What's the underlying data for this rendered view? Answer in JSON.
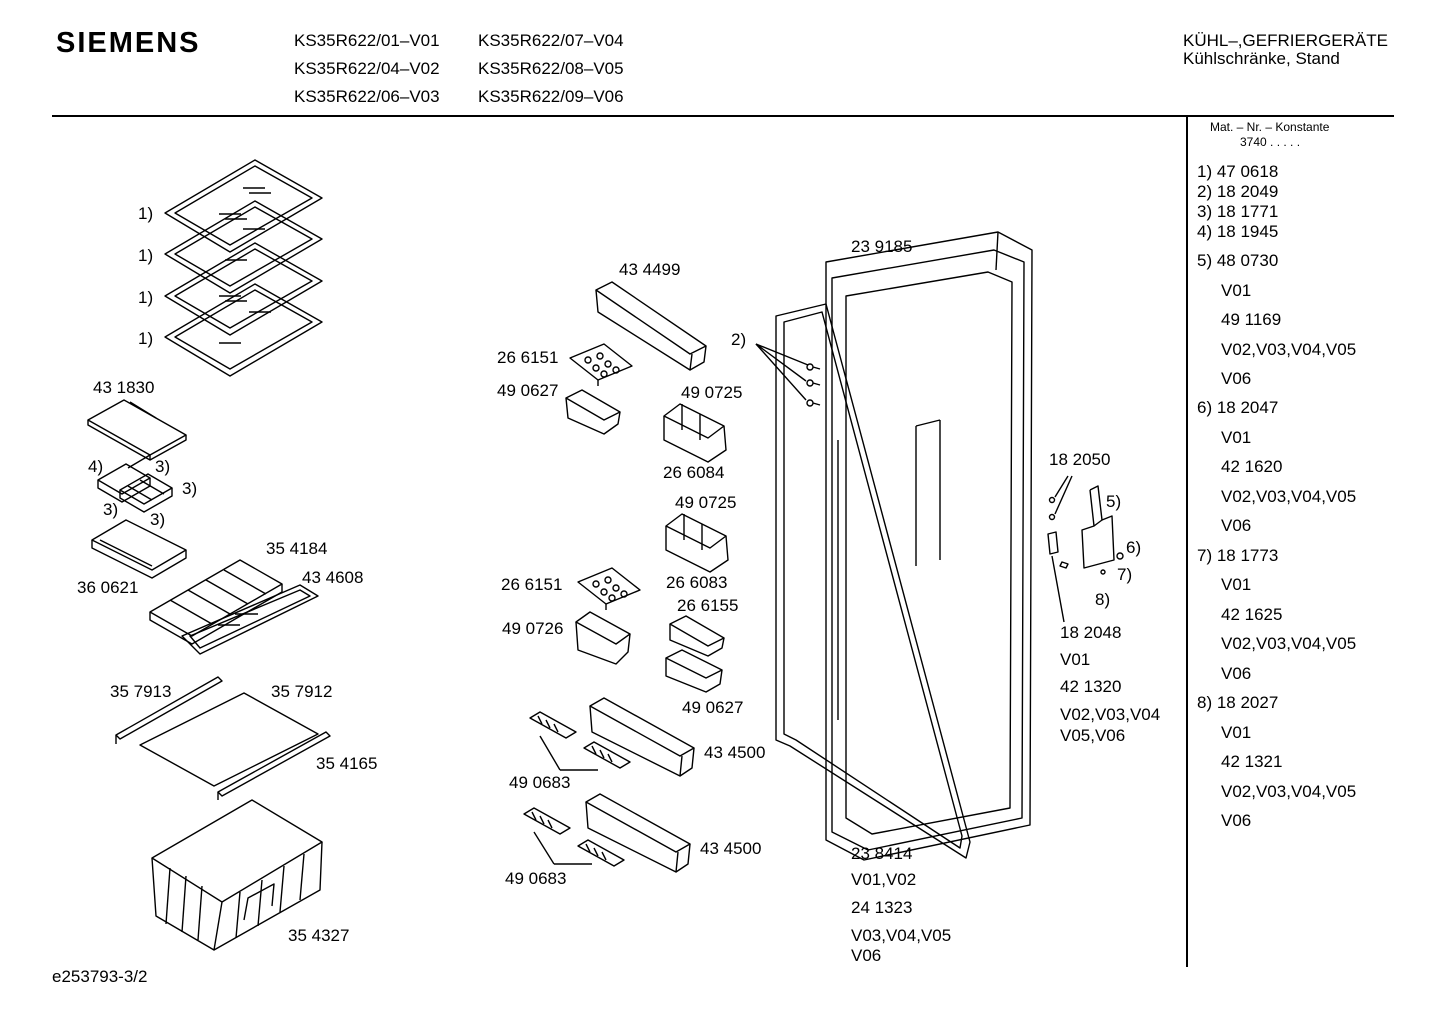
{
  "header": {
    "brand": "SIEMENS",
    "models": [
      "KS35R622/01–V01",
      "KS35R622/07–V04",
      "KS35R622/04–V02",
      "KS35R622/08–V05",
      "KS35R622/06–V03",
      "KS35R622/09–V06"
    ],
    "category_line1": "KÜHL–,GEFRIERGERÄTE",
    "category_line2": "Kühlschränke, Stand"
  },
  "sidebar": {
    "mat_title": "Mat. – Nr. – Konstante",
    "mat_prefix": "3740  .   .   .   .   .",
    "lines": [
      "1) 47 0618",
      "2) 18 2049",
      "3) 18 1771",
      "4) 18 1945",
      "5) 48 0730",
      "V01",
      "49 1169",
      "V02,V03,V04,V05",
      "V06",
      "6) 18 2047",
      "V01",
      "42 1620",
      "V02,V03,V04,V05",
      "V06",
      "7) 18 1773",
      "V01",
      "42 1625",
      "V02,V03,V04,V05",
      "V06",
      "8) 18 2027",
      "V01",
      "42 1321",
      "V02,V03,V04,V05",
      "V06"
    ]
  },
  "labels": {
    "shelf1": "1)",
    "shelf2": "1)",
    "shelf3": "1)",
    "shelf4": "1)",
    "p431830": "43 1830",
    "c4": "4)",
    "c3a": "3)",
    "c3b": "3)",
    "c3c": "3)",
    "c3d": "3)",
    "p360621": "36 0621",
    "p354184": "35 4184",
    "p434608": "43 4608",
    "p357913": "35 7913",
    "p357912": "35 7912",
    "p354165": "35 4165",
    "p354327": "35 4327",
    "p434499": "43 4499",
    "p266151a": "26 6151",
    "p490627a": "49 0627",
    "p490725a": "49 0725",
    "p266084": "26 6084",
    "p490725b": "49 0725",
    "p266151b": "26 6151",
    "p266083": "26 6083",
    "p266155": "26 6155",
    "p490726": "49 0726",
    "p490627b": "49 0627",
    "p434500a": "43 4500",
    "p490683a": "49 0683",
    "p434500b": "43 4500",
    "p490683b": "49 0683",
    "c2": "2)",
    "p239185": "23 9185",
    "p238414": "23 8414",
    "v0102": "V01,V02",
    "p241323": "24 1323",
    "v030405": "V03,V04,V05",
    "v06door": "V06",
    "p182050": "18 2050",
    "c5": "5)",
    "c6": "6)",
    "c7": "7)",
    "c8": "8)",
    "p182048": "18 2048",
    "h_v01": "V01",
    "p421320": "42 1320",
    "h_v020304": "V02,V03,V04",
    "h_v0506": "V05,V06"
  },
  "footer": {
    "doc_id": "e253793-3/2"
  }
}
